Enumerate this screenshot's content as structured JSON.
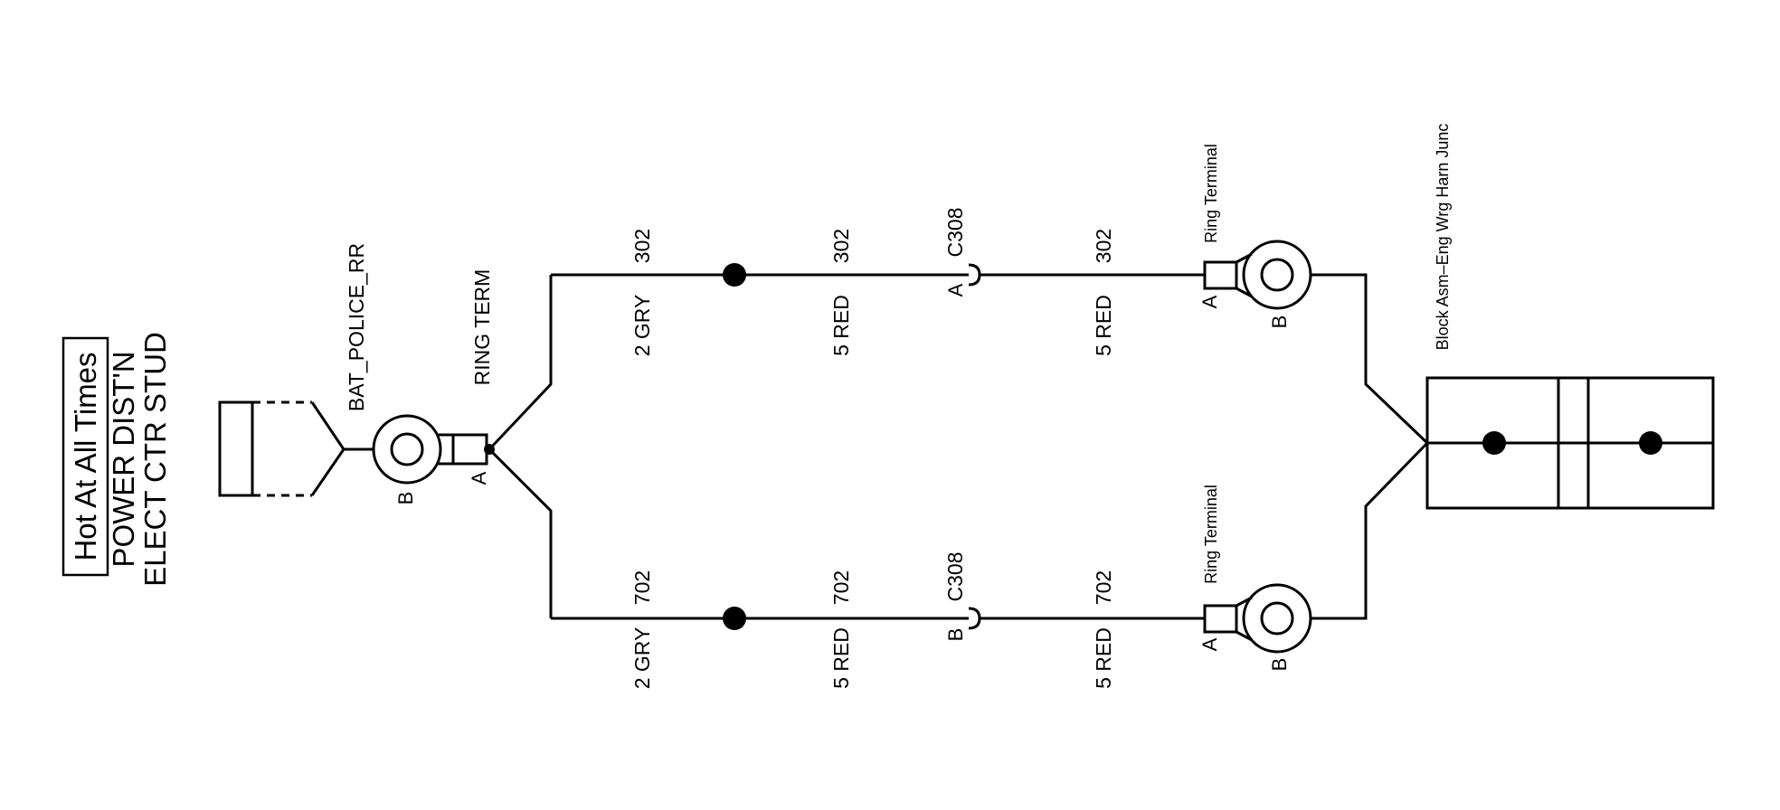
{
  "source": {
    "hot_label": "Hot At All Times",
    "line1": "POWER DIST'N",
    "line2": "ELECT CTR STUD"
  },
  "bat_terminal": {
    "name": "BAT_POLICE_RR",
    "pin_b": "B",
    "ring_label": "RING TERM",
    "pin_a": "A"
  },
  "top_circuit": {
    "seg1_size": "2 GRY",
    "seg1_num": "302",
    "seg2_size": "5 RED",
    "seg2_num": "302",
    "connector": "C308",
    "connector_pin": "A",
    "seg3_size": "5 RED",
    "seg3_num": "302",
    "ring_label": "Ring Terminal",
    "pin_a": "A",
    "pin_b": "B"
  },
  "bottom_circuit": {
    "seg1_size": "2 GRY",
    "seg1_num": "702",
    "seg2_size": "5 RED",
    "seg2_num": "702",
    "connector": "C308",
    "connector_pin": "B",
    "seg3_size": "5 RED",
    "seg3_num": "702",
    "ring_label": "Ring Terminal",
    "pin_a": "A",
    "pin_b": "B"
  },
  "junction_block": {
    "label": "Block Asm–Eng Wrg Harn Junc"
  }
}
